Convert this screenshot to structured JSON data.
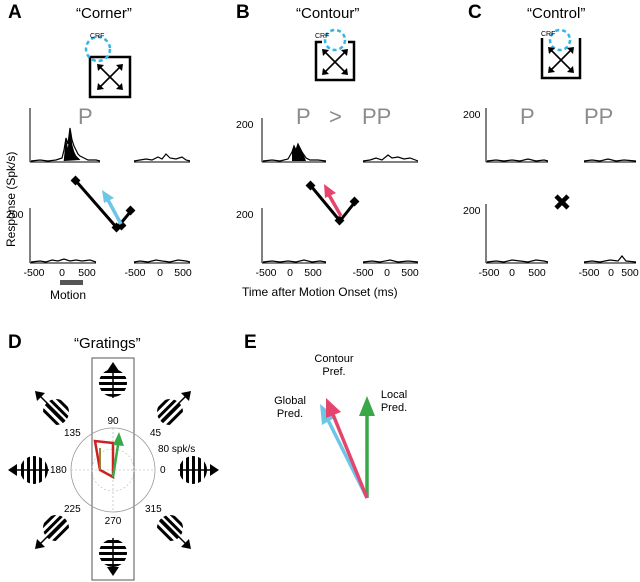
{
  "panels": {
    "A": {
      "label": "A",
      "title": "“Corner”"
    },
    "B": {
      "label": "B",
      "title": "“Contour”"
    },
    "C": {
      "label": "C",
      "title": "“Control”"
    },
    "D": {
      "label": "D",
      "title": "“Gratings”"
    },
    "E": {
      "label": "E"
    }
  },
  "crf_label": "CRF",
  "condition_labels": {
    "p": "P",
    "gt": ">",
    "pp": "PP"
  },
  "y_axis": {
    "label": "Response (Spk/s)",
    "tick": "200"
  },
  "x_axis": {
    "ticks": [
      "-500",
      "0",
      "500"
    ],
    "label": "Time after Motion Onset (ms)"
  },
  "motion_label": "Motion",
  "polar": {
    "angles": [
      "90",
      "45",
      "0",
      "315",
      "270",
      "225",
      "180",
      "135"
    ],
    "radius_label": "80 spk/s"
  },
  "vectors": {
    "contour": "Contour\nPref.",
    "global": "Global\nPred.",
    "local": "Local\nPred."
  },
  "colors": {
    "cyan": "#6cc6e6",
    "pink": "#e5456d",
    "green": "#3aa849",
    "grey_text": "#8c8c8c",
    "red_trace": "#cc2121"
  },
  "chart_data": {
    "type": "polar",
    "title": "“Gratings”",
    "theta_ticks": [
      90,
      45,
      0,
      315,
      270,
      225,
      180,
      135
    ],
    "radius_ring": 80,
    "radius_unit": "spk/s"
  }
}
